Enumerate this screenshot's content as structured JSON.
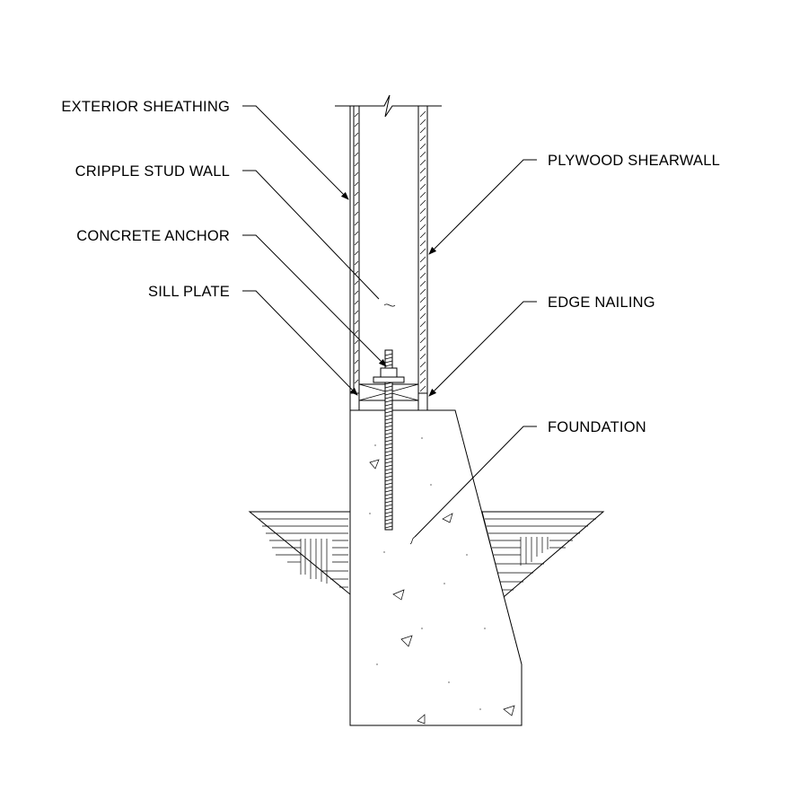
{
  "labels": {
    "exterior_sheathing": "EXTERIOR SHEATHING",
    "cripple_stud_wall": "CRIPPLE STUD WALL",
    "concrete_anchor": "CONCRETE ANCHOR",
    "sill_plate": "SILL PLATE",
    "plywood_shearwall": "PLYWOOD SHEARWALL",
    "edge_nailing": "EDGE NAILING",
    "foundation": "FOUNDATION"
  }
}
